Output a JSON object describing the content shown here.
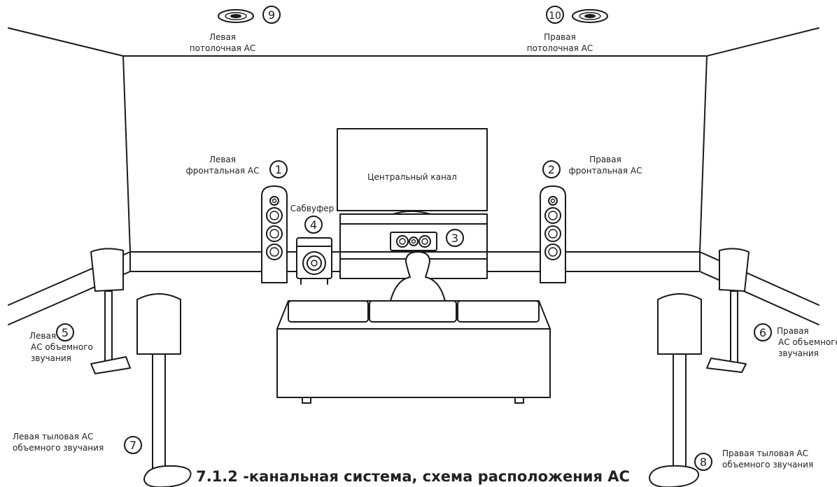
{
  "title": "7.1.2 -канальная система, схема расположения АС",
  "tv": {
    "label": "Центральный канал"
  },
  "speakers": [
    {
      "number": "1",
      "line1": "Левая",
      "line2": "фронтальная АС"
    },
    {
      "number": "2",
      "line1": "Правая",
      "line2": "фронтальная АС"
    },
    {
      "number": "3"
    },
    {
      "number": "4",
      "line1": "Сабвуфер"
    },
    {
      "number": "5",
      "line1": "Левая",
      "line2": "АС объемного",
      "line3": "звучания"
    },
    {
      "number": "6",
      "line1": "Правая",
      "line2": "АС объемного",
      "line3": "звучания"
    },
    {
      "number": "7",
      "line1": "Левая тыловая АС",
      "line2": "объемного звучания"
    },
    {
      "number": "8",
      "line1": "Правая тыловая АС",
      "line2": "объемного звучания"
    },
    {
      "number": "9",
      "line1": "Левая",
      "line2": "потолочная АС"
    },
    {
      "number": "10",
      "line1": "Правая",
      "line2": "потолочная АС"
    }
  ],
  "colors": {
    "line": "#1a1a1a",
    "text": "#222222",
    "fill": "#ffffff"
  }
}
